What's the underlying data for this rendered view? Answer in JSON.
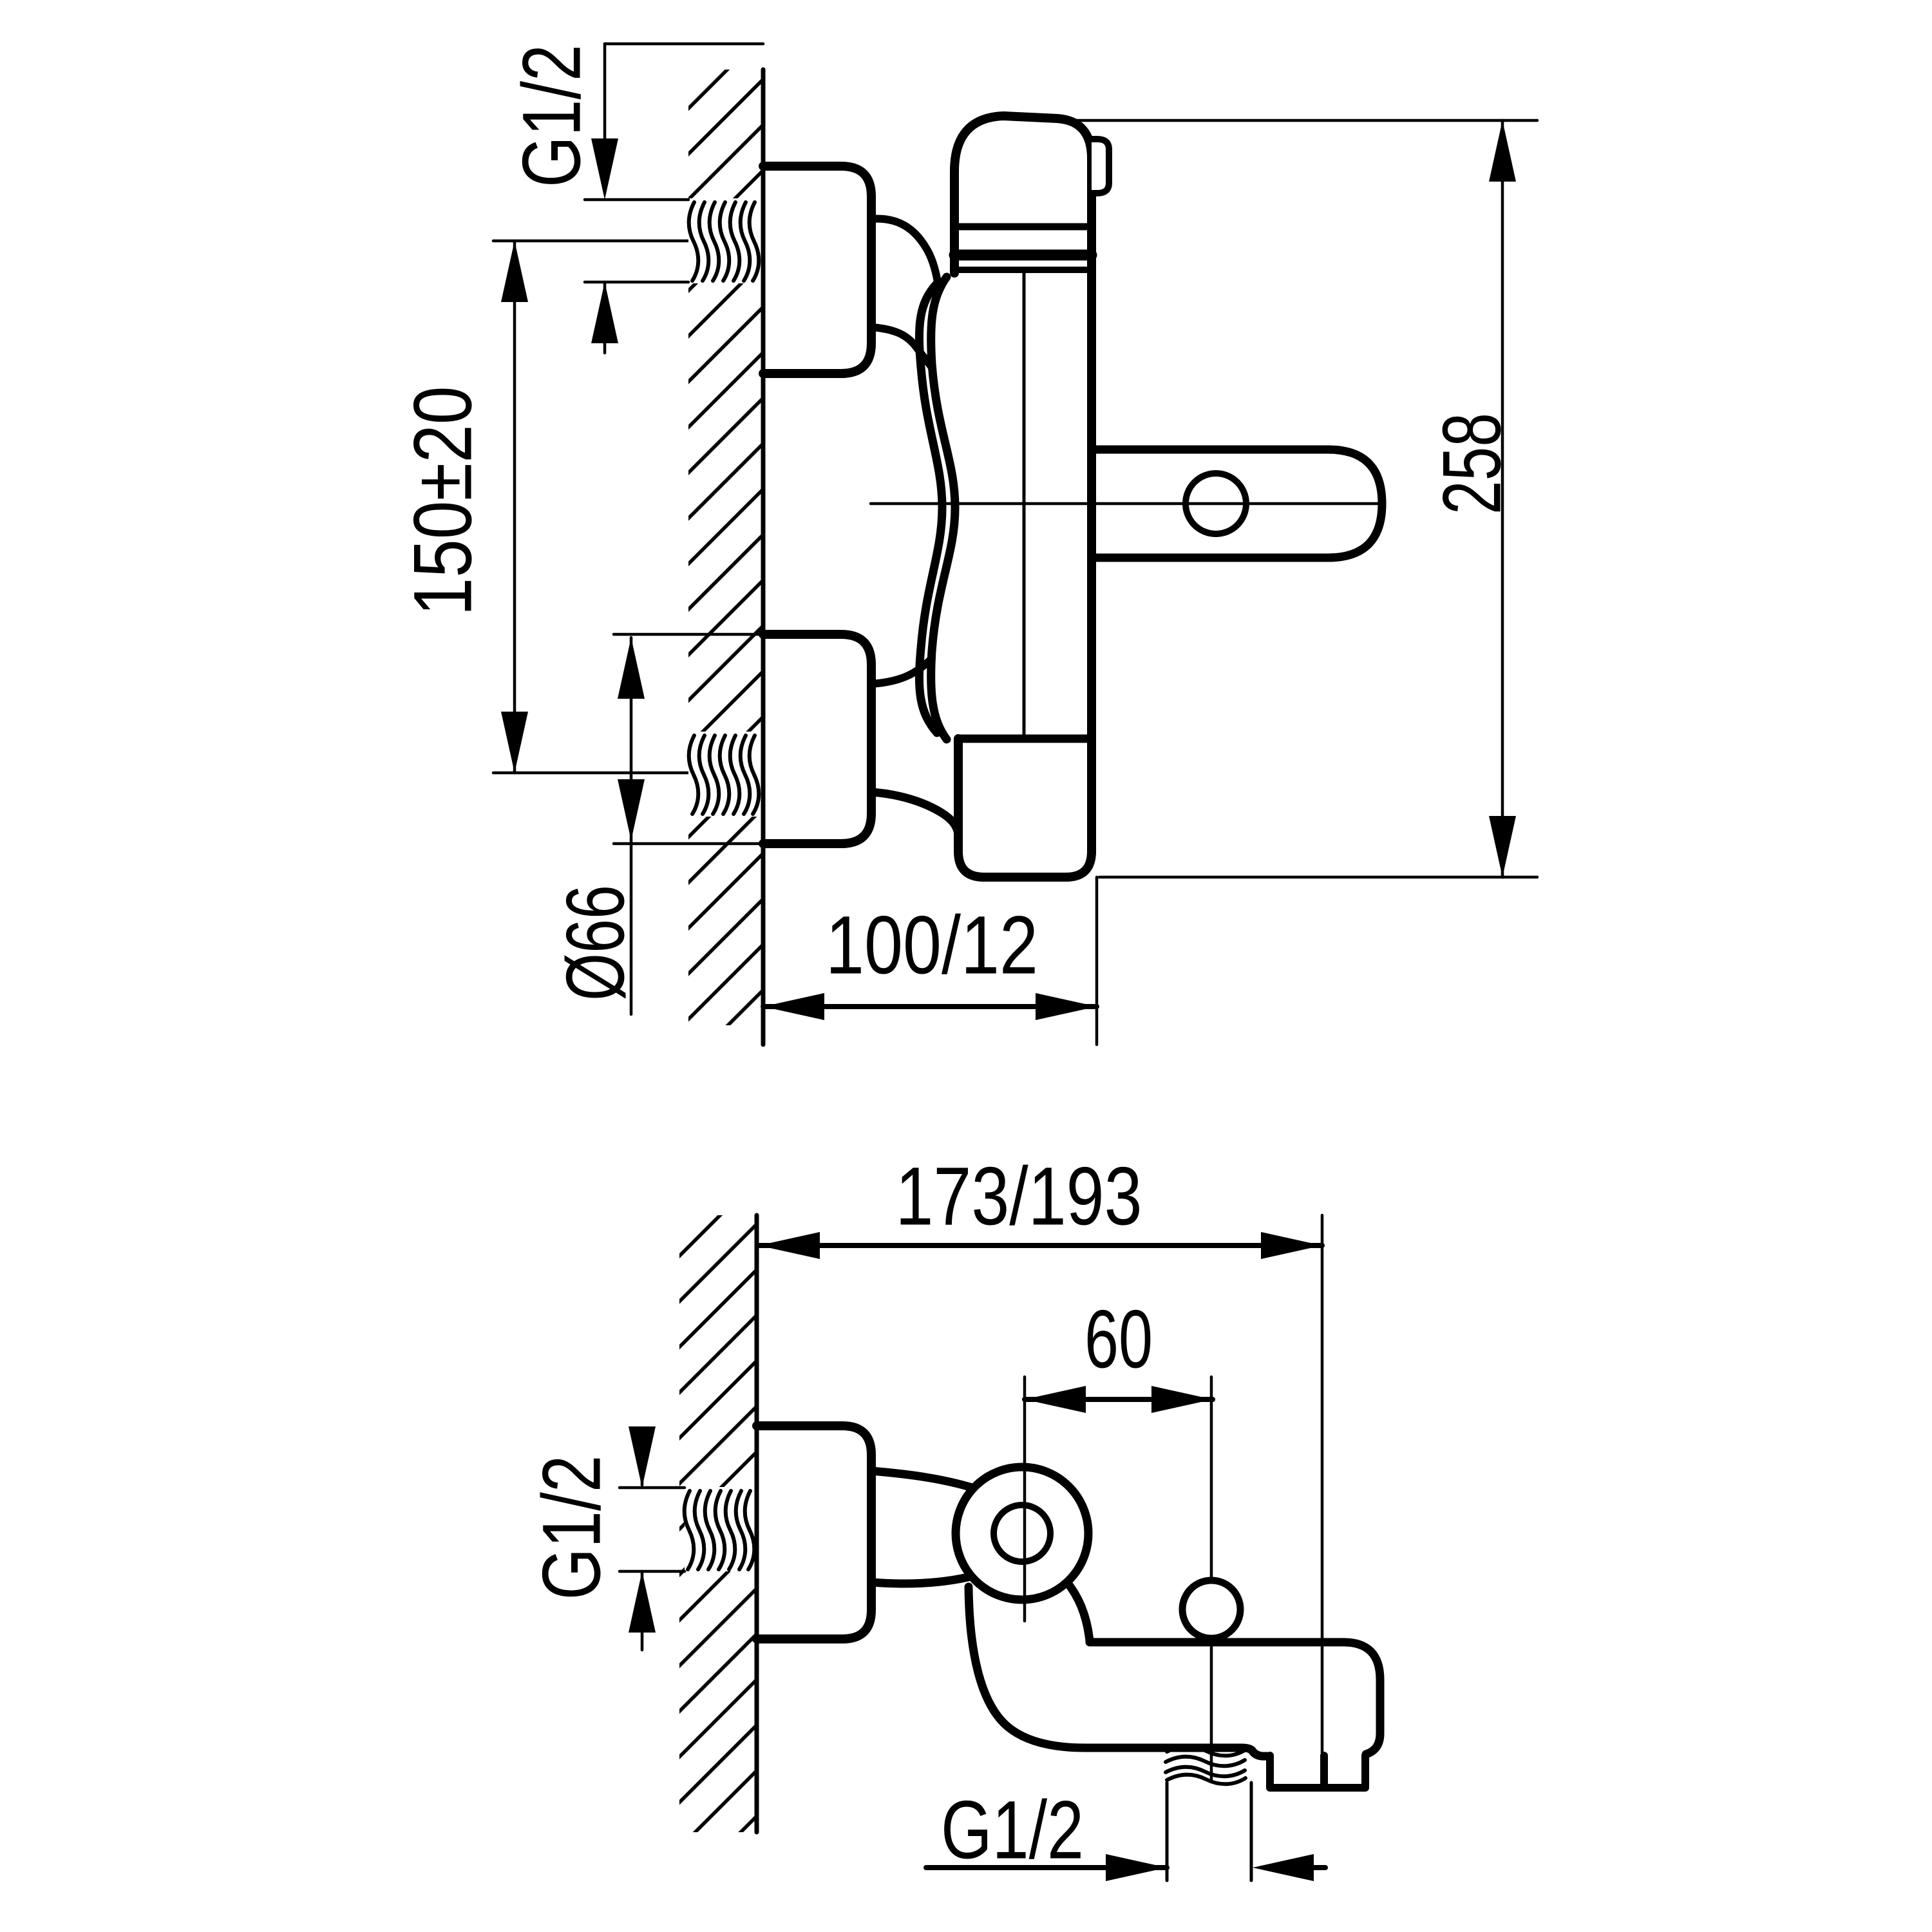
{
  "drawing": {
    "background_color": "#ffffff",
    "line_color": "#000000",
    "views": [
      "front elevation of wall-mounted mixer",
      "side elevation of wall-mounted mixer with tub spout"
    ]
  },
  "front_view": {
    "thread_label": "G1/2",
    "spacing_label": "150±20",
    "flange_diameter_label": "Ø66",
    "depth_label": "100/12",
    "height_label": "258"
  },
  "side_view": {
    "length_label": "173/193",
    "offset_label": "60",
    "wall_thread_label": "G1/2",
    "outlet_thread_label": "G1/2"
  }
}
